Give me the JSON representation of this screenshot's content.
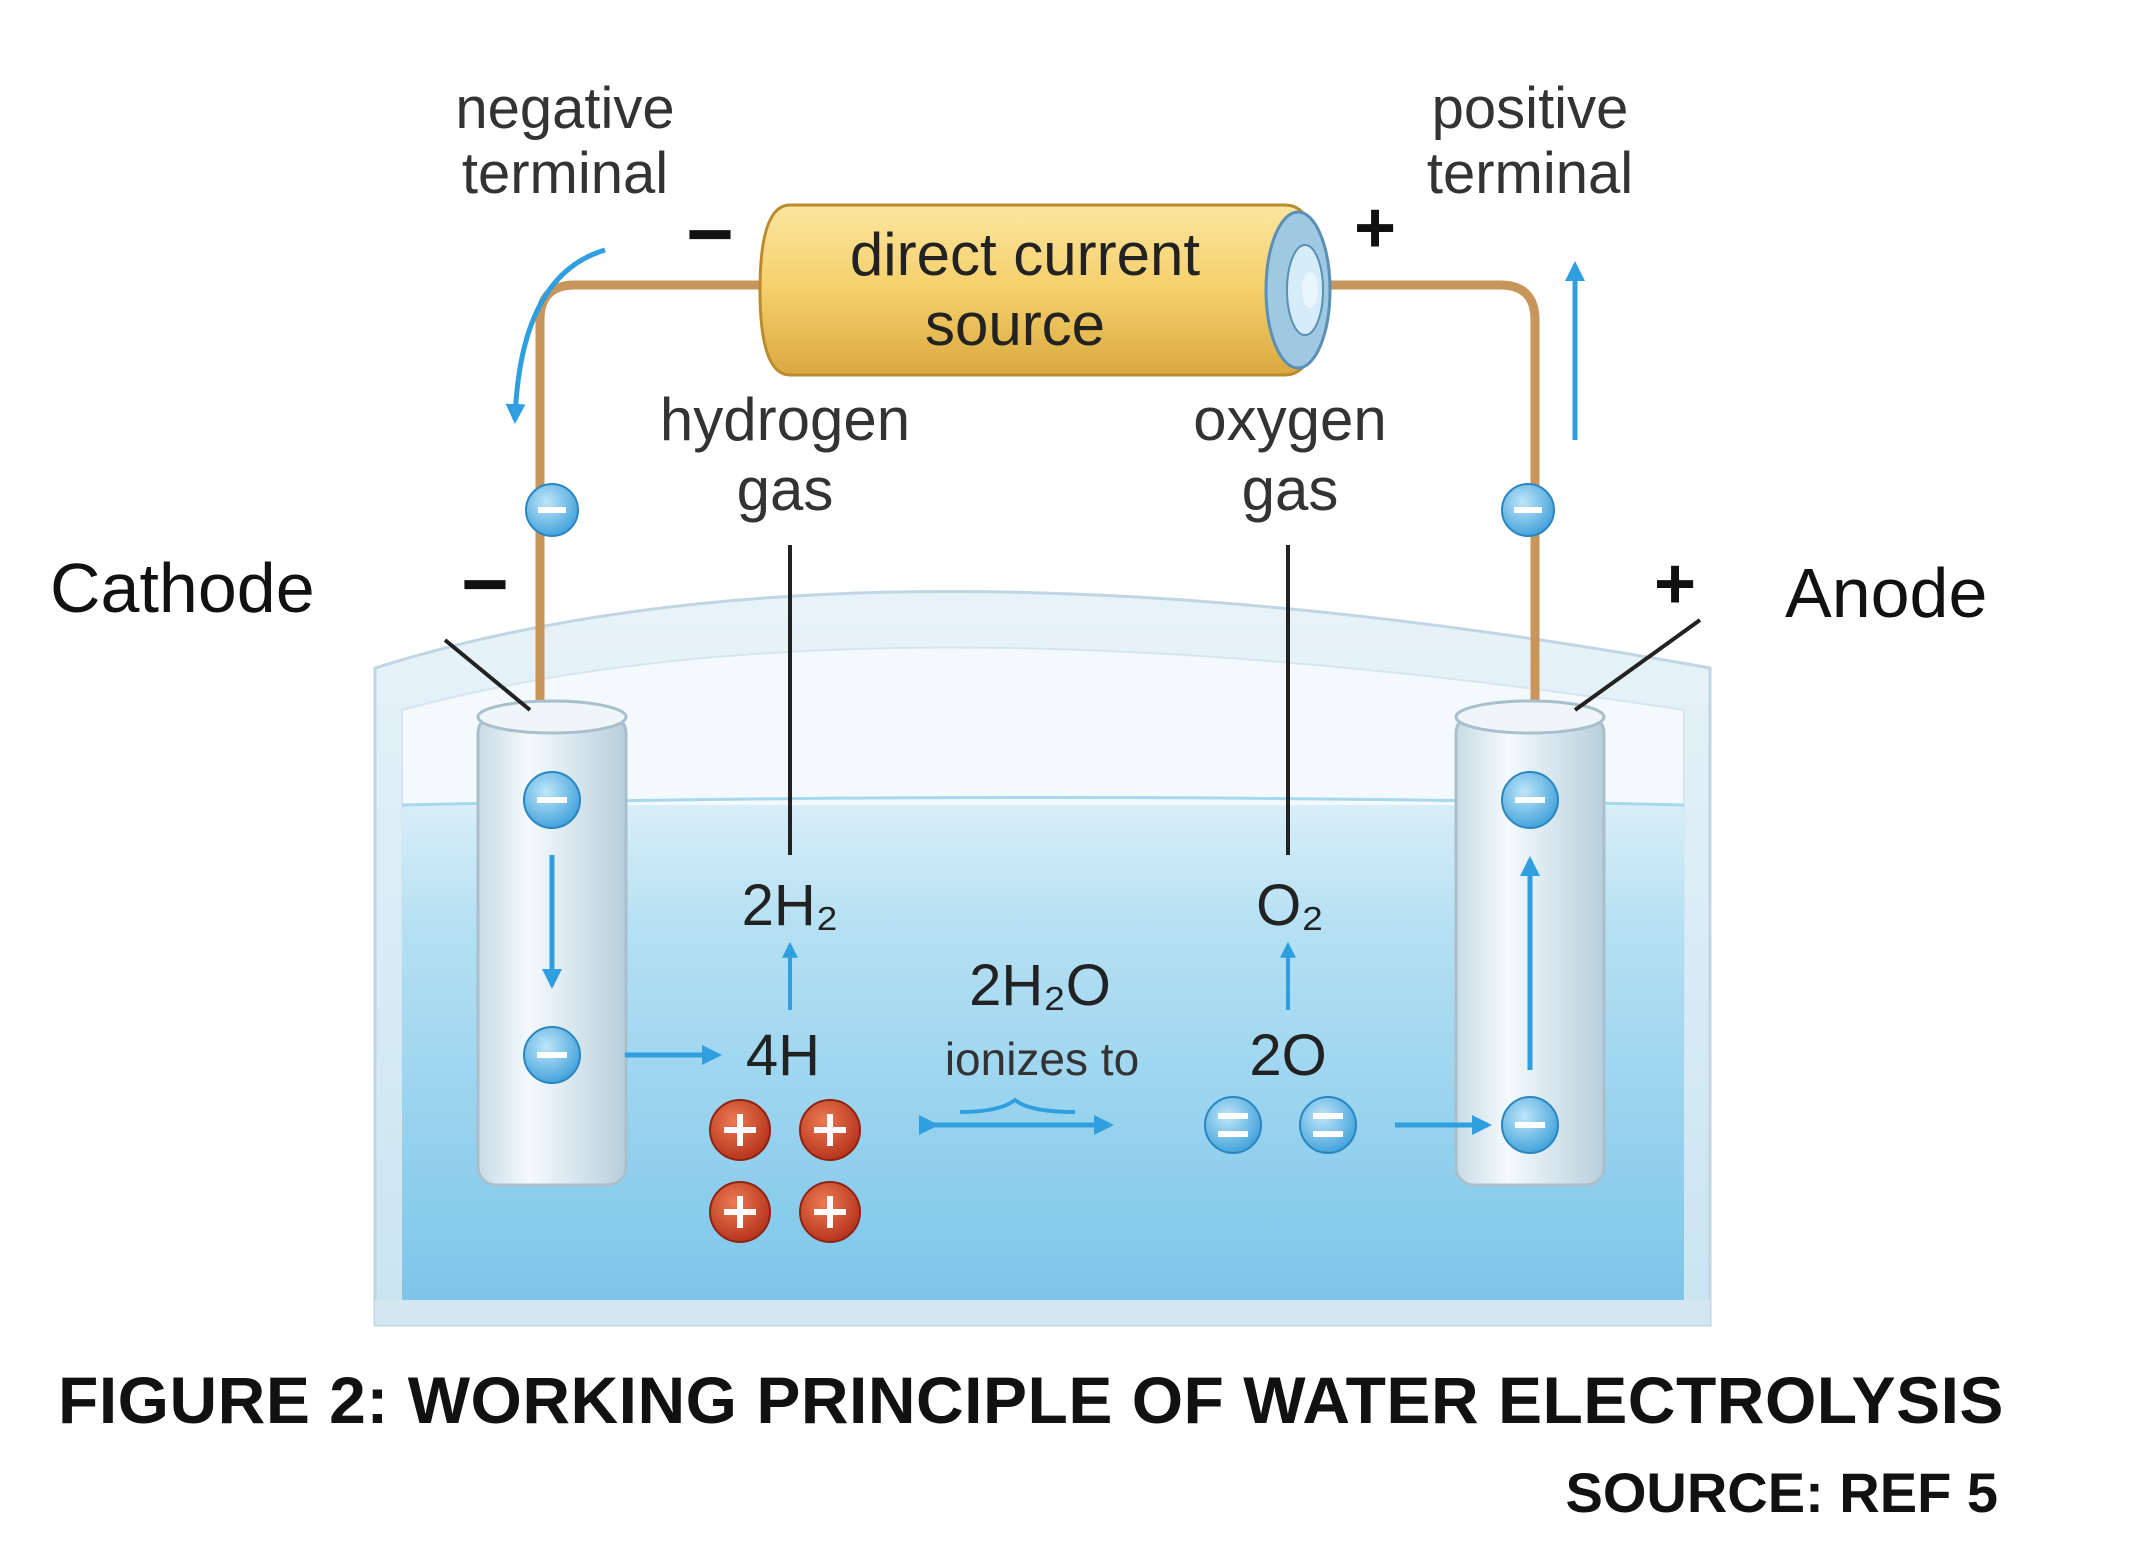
{
  "diagram": {
    "terminals": {
      "negative": [
        "negative",
        "terminal"
      ],
      "positive": [
        "positive",
        "terminal"
      ],
      "negative_sign": "−",
      "positive_sign": "+"
    },
    "source_label": [
      "direct current",
      "source"
    ],
    "gases": {
      "hydrogen": [
        "hydrogen",
        "gas"
      ],
      "oxygen": [
        "oxygen",
        "gas"
      ]
    },
    "electrodes": {
      "cathode": "Cathode",
      "anode": "Anode",
      "cathode_sign": "−",
      "anode_sign": "+"
    },
    "reaction": {
      "h2": "2H₂",
      "o2": "O₂",
      "water": "2H₂O",
      "ionizes": "ionizes to",
      "h4": "4H",
      "o2atoms": "2O"
    },
    "colors": {
      "wire": "#c8955a",
      "battery": "#f5cf6a",
      "water": "#8fd0ec",
      "electron": "#4aa8dd",
      "proton": "#c83a1e",
      "arrow": "#2f9fe0"
    }
  },
  "figure": {
    "title": "FIGURE 2: WORKING PRINCIPLE OF WATER ELECTROLYSIS",
    "source": "SOURCE: REF 5"
  }
}
